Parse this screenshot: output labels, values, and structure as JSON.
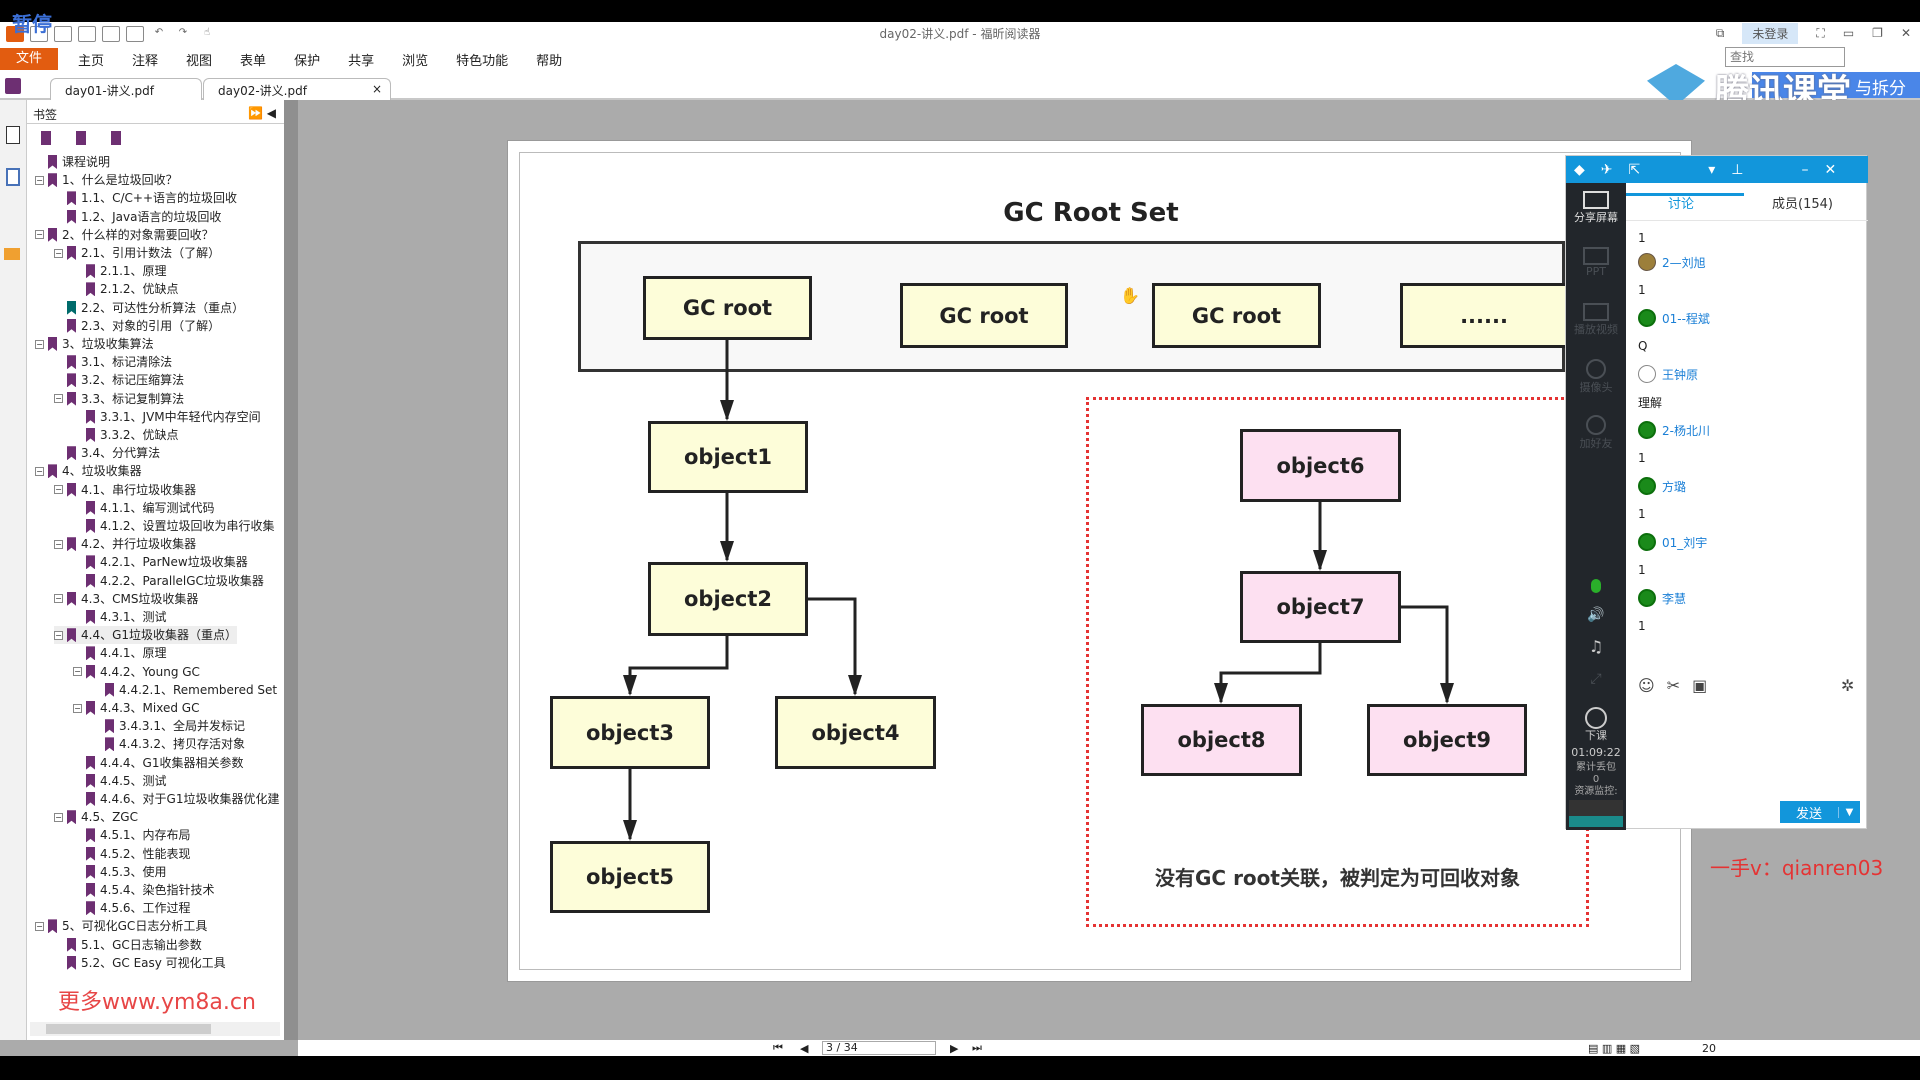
{
  "overlay": {
    "pause_label": "暂停",
    "watermark": "更多www.ym8a.cn",
    "contact": "一手v：qianren03"
  },
  "app": {
    "title": "day02-讲义.pdf - 福昕阅读器",
    "login": "未登录",
    "search_placeholder": "查找",
    "logo_text": "腾讯课堂",
    "logo_tail": "与拆分"
  },
  "menu": [
    "文件",
    "主页",
    "注释",
    "视图",
    "表单",
    "保护",
    "共享",
    "浏览",
    "特色功能",
    "帮助"
  ],
  "tabs": [
    {
      "label": "day01-讲义.pdf"
    },
    {
      "label": "day02-讲义.pdf",
      "close": "×"
    }
  ],
  "bookmarks": {
    "title": "书签",
    "items": [
      {
        "t": "课程说明",
        "l": 0
      },
      {
        "t": "1、什么是垃圾回收？",
        "l": 0,
        "e": 1
      },
      {
        "t": "1.1、C/C++语言的垃圾回收",
        "l": 1
      },
      {
        "t": "1.2、Java语言的垃圾回收",
        "l": 1
      },
      {
        "t": "2、什么样的对象需要回收？",
        "l": 0,
        "e": 1
      },
      {
        "t": "2.1、引用计数法（了解）",
        "l": 1,
        "e": 1
      },
      {
        "t": "2.1.1、原理",
        "l": 2
      },
      {
        "t": "2.1.2、优缺点",
        "l": 2
      },
      {
        "t": "2.2、可达性分析算法（重点）",
        "l": 1,
        "teal": 1
      },
      {
        "t": "2.3、对象的引用（了解）",
        "l": 1
      },
      {
        "t": "3、垃圾收集算法",
        "l": 0,
        "e": 1
      },
      {
        "t": "3.1、标记清除法",
        "l": 1
      },
      {
        "t": "3.2、标记压缩算法",
        "l": 1
      },
      {
        "t": "3.3、标记复制算法",
        "l": 1,
        "e": 1
      },
      {
        "t": "3.3.1、JVM中年轻代内存空间",
        "l": 2
      },
      {
        "t": "3.3.2、优缺点",
        "l": 2
      },
      {
        "t": "3.4、分代算法",
        "l": 1
      },
      {
        "t": "4、垃圾收集器",
        "l": 0,
        "e": 1
      },
      {
        "t": "4.1、串行垃圾收集器",
        "l": 1,
        "e": 1
      },
      {
        "t": "4.1.1、编写测试代码",
        "l": 2
      },
      {
        "t": "4.1.2、设置垃圾回收为串行收集",
        "l": 2
      },
      {
        "t": "4.2、并行垃圾收集器",
        "l": 1,
        "e": 1
      },
      {
        "t": "4.2.1、ParNew垃圾收集器",
        "l": 2
      },
      {
        "t": "4.2.2、ParallelGC垃圾收集器",
        "l": 2
      },
      {
        "t": "4.3、CMS垃圾收集器",
        "l": 1,
        "e": 1
      },
      {
        "t": "4.3.1、测试",
        "l": 2
      },
      {
        "t": "4.4、G1垃圾收集器（重点）",
        "l": 1,
        "e": 1,
        "sel": 1
      },
      {
        "t": "4.4.1、原理",
        "l": 2
      },
      {
        "t": "4.4.2、Young GC",
        "l": 2,
        "e": 1
      },
      {
        "t": "4.4.2.1、Remembered Set",
        "l": 3
      },
      {
        "t": "4.4.3、Mixed GC",
        "l": 2,
        "e": 1
      },
      {
        "t": "3.4.3.1、全局并发标记",
        "l": 3
      },
      {
        "t": "4.4.3.2、拷贝存活对象",
        "l": 3
      },
      {
        "t": "4.4.4、G1收集器相关参数",
        "l": 2
      },
      {
        "t": "4.4.5、测试",
        "l": 2
      },
      {
        "t": "4.4.6、对于G1垃圾收集器优化建",
        "l": 2
      },
      {
        "t": "4.5、ZGC",
        "l": 1,
        "e": 1
      },
      {
        "t": "4.5.1、内存布局",
        "l": 2
      },
      {
        "t": "4.5.2、性能表现",
        "l": 2
      },
      {
        "t": "4.5.3、使用",
        "l": 2
      },
      {
        "t": "4.5.4、染色指针技术",
        "l": 2
      },
      {
        "t": "4.5.6、工作过程",
        "l": 2
      },
      {
        "t": "5、可视化GC日志分析工具",
        "l": 0,
        "e": 1
      },
      {
        "t": "5.1、GC日志输出参数",
        "l": 1
      },
      {
        "t": "5.2、GC Easy 可视化工具",
        "l": 1
      }
    ]
  },
  "diagram": {
    "title": "GC Root Set",
    "roots": [
      "GC root",
      "GC root",
      "GC root",
      "......"
    ],
    "objects": [
      "object1",
      "object2",
      "object3",
      "object4",
      "object5",
      "object6",
      "object7",
      "object8",
      "object9"
    ],
    "caption": "没有GC root关联，被判定为可回收对象",
    "colors": {
      "reachable": "#fdfdd9",
      "unreachable": "#fde0f1",
      "dotted_border": "#e53333"
    }
  },
  "chat": {
    "tabs": [
      "讨论",
      "成员(154)"
    ],
    "side": {
      "share": "分享屏幕",
      "ppt": "PPT",
      "video": "播放视频",
      "camera": "摄像头",
      "friend": "加好友",
      "end": "下课",
      "timer": "01:09:22",
      "loss_label": "累计丢包",
      "loss": "0",
      "monitor": "资源监控:"
    },
    "first": "1",
    "messages": [
      {
        "name": "2—刘旭",
        "text": "1",
        "av": "photo"
      },
      {
        "name": "01--程斌",
        "text": "Q",
        "av": "wechat"
      },
      {
        "name": "王钟原",
        "text": "理解",
        "av": "face"
      },
      {
        "name": "2-杨北川",
        "text": "1",
        "av": "wechat"
      },
      {
        "name": "方璐",
        "text": "1",
        "av": "wechat"
      },
      {
        "name": "01_刘宇",
        "text": "1",
        "av": "wechat"
      },
      {
        "name": "李慧",
        "text": "1",
        "av": "wechat"
      }
    ],
    "send": "发送",
    "accent": "#1296db"
  },
  "status": {
    "page": "3 / 34",
    "zoom": "20"
  }
}
